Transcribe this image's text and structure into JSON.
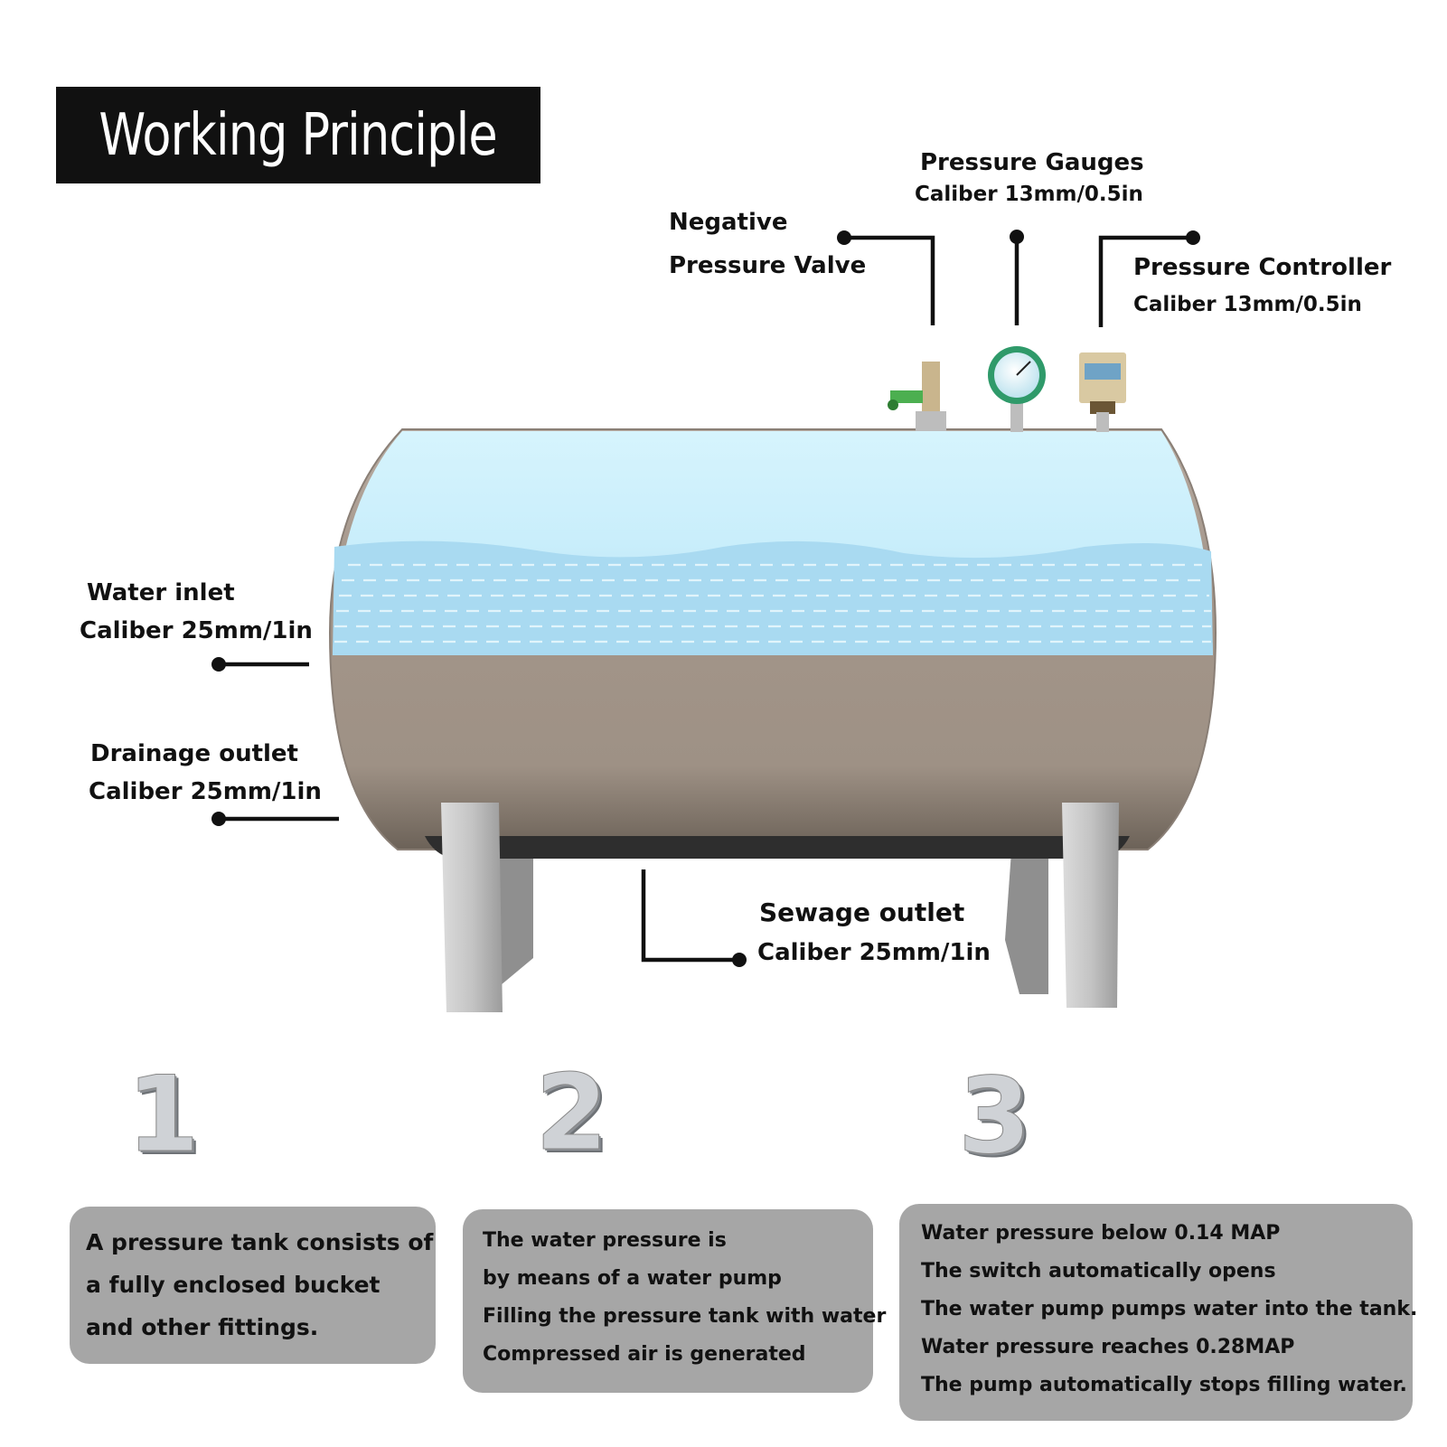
{
  "title": "Working Principle",
  "callouts": {
    "negative_valve": {
      "line1": "Negative",
      "line2": "Pressure Valve"
    },
    "pressure_gauges": {
      "label": "Pressure Gauges",
      "caliber": "Caliber 13mm/0.5in"
    },
    "pressure_controller": {
      "label": "Pressure Controller",
      "caliber": "Caliber 13mm/0.5in"
    },
    "water_inlet": {
      "label": "Water inlet",
      "caliber": "Caliber 25mm/1in"
    },
    "drainage_outlet": {
      "label": "Drainage outlet",
      "caliber": "Caliber 25mm/1in"
    },
    "sewage_outlet": {
      "label": "Sewage outlet",
      "caliber": "Caliber 25mm/1in"
    }
  },
  "steps": [
    {
      "number": "1",
      "lines": [
        "A pressure tank consists of",
        "a fully enclosed bucket",
        "and other fittings."
      ]
    },
    {
      "number": "2",
      "lines": [
        "The water pressure is",
        "by means of a water pump",
        "Filling the pressure tank with water",
        "Compressed air is generated"
      ]
    },
    {
      "number": "3",
      "lines": [
        "Water pressure below 0.14 MAP",
        "The switch automatically opens",
        "The water pump pumps water into the tank.",
        "Water pressure reaches 0.28MAP",
        "The pump automatically stops filling water."
      ]
    }
  ],
  "colors": {
    "card": "#a6a6a6",
    "water": "#bfe6f7",
    "tank": "#a89a8e"
  }
}
